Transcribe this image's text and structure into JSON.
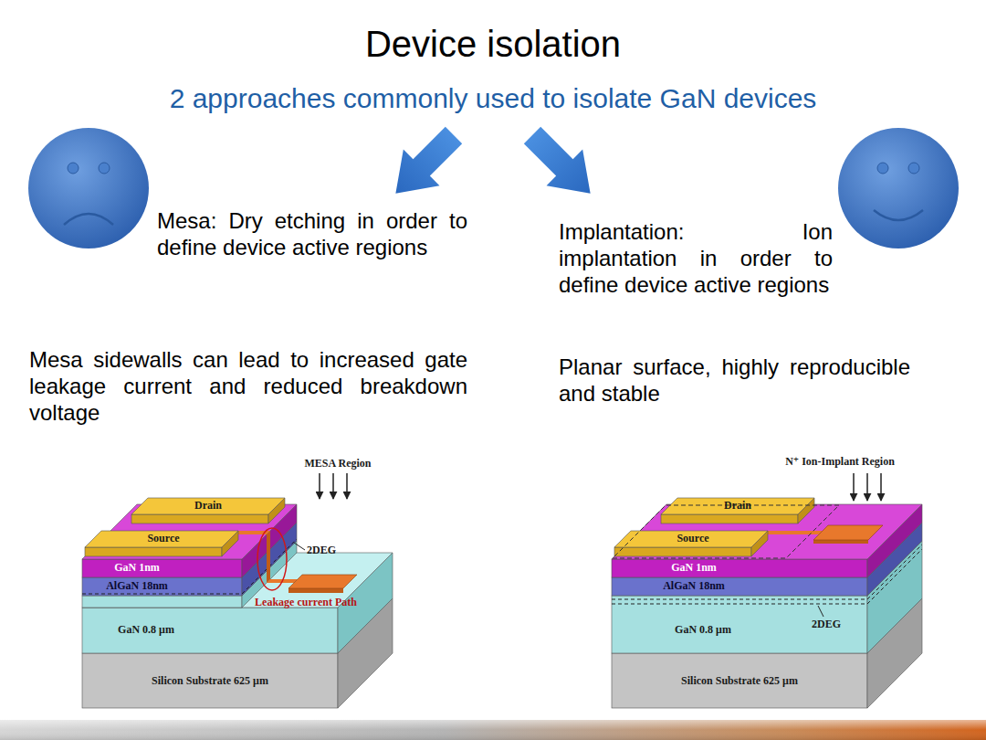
{
  "diagram": {
    "title": "Device isolation",
    "labels": [
      "2 approaches commonly used to isolate GaN devices",
      "Mesa: Dry etching in order to define device active regions",
      "Mesa sidewalls can lead to increased gate leakage current and reduced breakdown voltage",
      "Implantation: Ion implantation in order to define device active regions",
      "Planar surface, highly reproducible and stable",
      "MESA Region",
      "Drain",
      "Source",
      "2DEG",
      "GaN 1nm",
      "AlGaN 18nm",
      "Leakage current Path",
      "GaN 0.8 μm",
      "Silicon Substrate 625 μm",
      "N⁺ Ion-Implant Region",
      "Drain",
      "Source",
      "GaN 1nm",
      "AlGaN 18nm",
      "GaN 0.8 μm",
      "2DEG",
      "Silicon Substrate 625 μm"
    ]
  }
}
